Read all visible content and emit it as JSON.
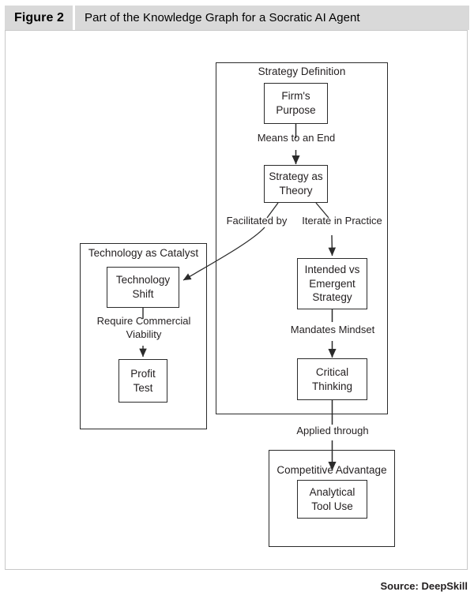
{
  "header": {
    "figure_label": "Figure 2",
    "title": "Part of the Knowledge Graph for a Socratic AI Agent"
  },
  "footer": {
    "source": "Source: DeepSkill"
  },
  "colors": {
    "header_background": "#d9d9d9",
    "canvas_background": "#ffffff",
    "frame_border": "#c8c8c8",
    "node_border": "#2b2b2b",
    "text": "#231f20"
  },
  "diagram": {
    "type": "knowledge-graph",
    "groups": [
      {
        "id": "strategy-definition",
        "label": "Strategy Definition"
      },
      {
        "id": "technology-as-catalyst",
        "label": "Technology as Catalyst"
      },
      {
        "id": "competitive-advantage",
        "label": "Competitive Advantage"
      }
    ],
    "nodes": [
      {
        "id": "firms-purpose",
        "label": "Firm's\nPurpose",
        "group": "strategy-definition"
      },
      {
        "id": "strategy-as-theory",
        "label": "Strategy as\nTheory",
        "group": "strategy-definition"
      },
      {
        "id": "intended-vs-emergent-strategy",
        "label": "Intended vs\nEmergent\nStrategy",
        "group": "strategy-definition"
      },
      {
        "id": "critical-thinking",
        "label": "Critical\nThinking",
        "group": "strategy-definition"
      },
      {
        "id": "technology-shift",
        "label": "Technology\nShift",
        "group": "technology-as-catalyst"
      },
      {
        "id": "profit-test",
        "label": "Profit\nTest",
        "group": "technology-as-catalyst"
      },
      {
        "id": "analytical-tool-use",
        "label": "Analytical\nTool Use",
        "group": "competitive-advantage"
      }
    ],
    "edges": [
      {
        "id": "means-to-an-end",
        "label": "Means to an End",
        "from": "firms-purpose",
        "to": "strategy-as-theory"
      },
      {
        "id": "facilitated-by",
        "label": "Facilitated by",
        "from": "strategy-as-theory",
        "to": "technology-shift"
      },
      {
        "id": "iterate-in-practice",
        "label": "Iterate in Practice",
        "from": "strategy-as-theory",
        "to": "intended-vs-emergent-strategy"
      },
      {
        "id": "require-commercial-viability",
        "label": "Require Commercial\nViability",
        "from": "technology-shift",
        "to": "profit-test"
      },
      {
        "id": "mandates-mindset",
        "label": "Mandates Mindset",
        "from": "intended-vs-emergent-strategy",
        "to": "critical-thinking"
      },
      {
        "id": "applied-through",
        "label": "Applied through",
        "from": "critical-thinking",
        "to": "competitive-advantage"
      }
    ]
  }
}
